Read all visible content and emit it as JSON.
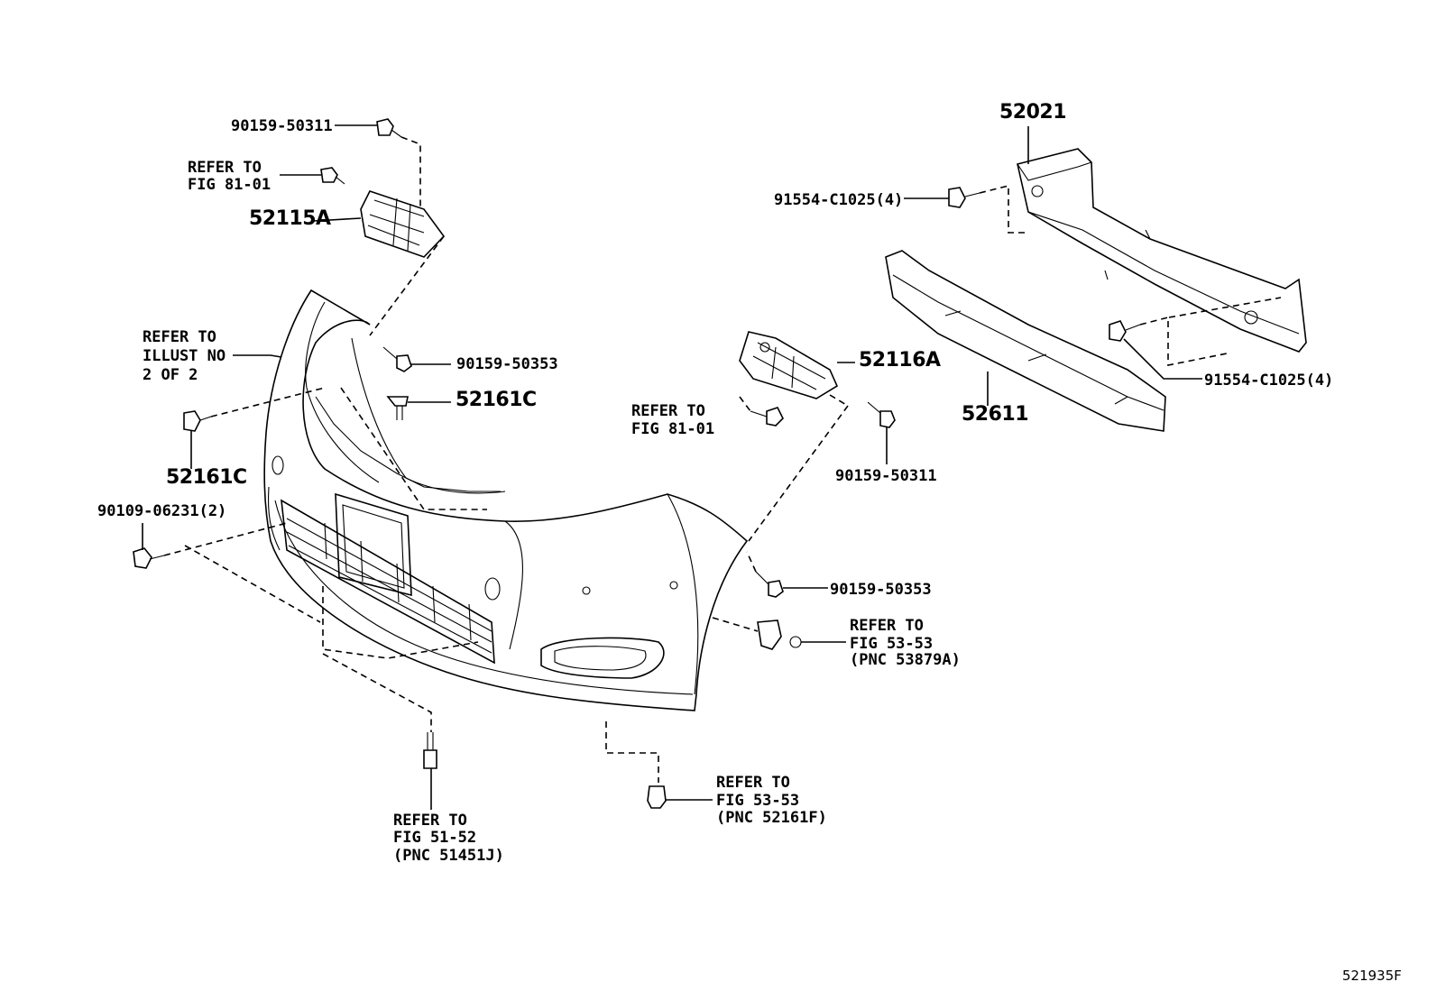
{
  "labels": {
    "p90159_50311_top": "90159-50311",
    "refer_fig8101_top": [
      "REFER TO",
      "FIG 81-01"
    ],
    "p52115A": "52115A",
    "refer_illust": [
      "REFER TO",
      "ILLUST NO",
      "2 OF 2"
    ],
    "p90159_50353_top": "90159-50353",
    "p52161C_mid": "52161C",
    "p52161C_left": "52161C",
    "p90109_06231": "90109-06231(2)",
    "p52116A": "52116A",
    "refer_fig8101_mid": [
      "REFER TO",
      "FIG 81-01"
    ],
    "p90159_50311_mid": "90159-50311",
    "p90159_50353_bot": "90159-50353",
    "refer_fig5353_a": [
      "REFER TO",
      "FIG 53-53",
      "(PNC 53879A)"
    ],
    "refer_fig5353_f": [
      "REFER TO",
      "FIG 53-53",
      "(PNC 52161F)"
    ],
    "refer_fig5152": [
      "REFER TO",
      "FIG 51-52",
      "(PNC 51451J)"
    ],
    "p52021": "52021",
    "p91554_top": "91554-C1025(4)",
    "p91554_bot": "91554-C1025(4)",
    "p52611": "52611",
    "figure_code": "521935F"
  }
}
